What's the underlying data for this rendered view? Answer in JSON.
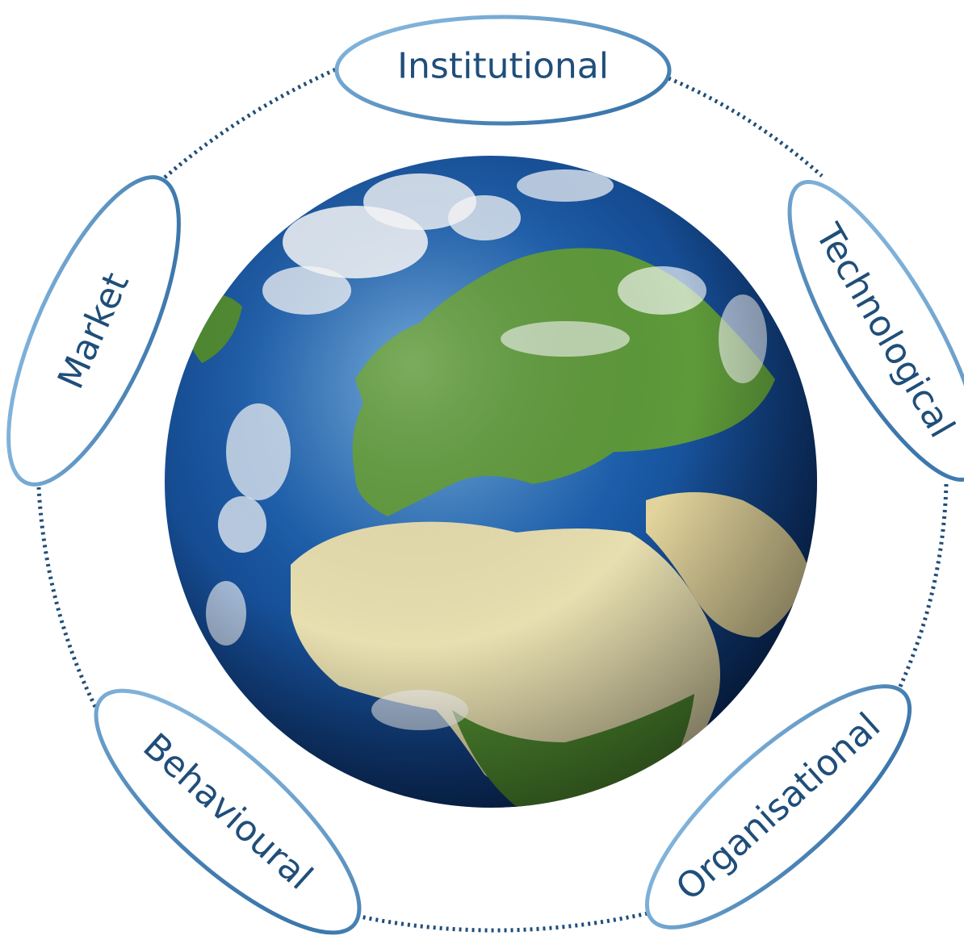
{
  "colors": {
    "text": "#1f4e79",
    "ring": "#1f4e79",
    "ellipse_dark": "#2e6ba3",
    "ellipse_light": "#8fbfe3",
    "ocean_light": "#5fa0d8",
    "ocean_mid": "#1c5fae",
    "ocean_dark": "#0b2e66",
    "land_green": "#5e9a3a",
    "land_sand": "#e8dfb0",
    "cloud": "#ffffff"
  },
  "globe": {
    "image": "earth-globe-europe-africa"
  },
  "dimensions": [
    {
      "id": "institutional",
      "label": "Institutional"
    },
    {
      "id": "technological",
      "label": "Technological"
    },
    {
      "id": "organisational",
      "label": "Organisational"
    },
    {
      "id": "behavioural",
      "label": "Behavioural"
    },
    {
      "id": "market",
      "label": "Market"
    }
  ]
}
